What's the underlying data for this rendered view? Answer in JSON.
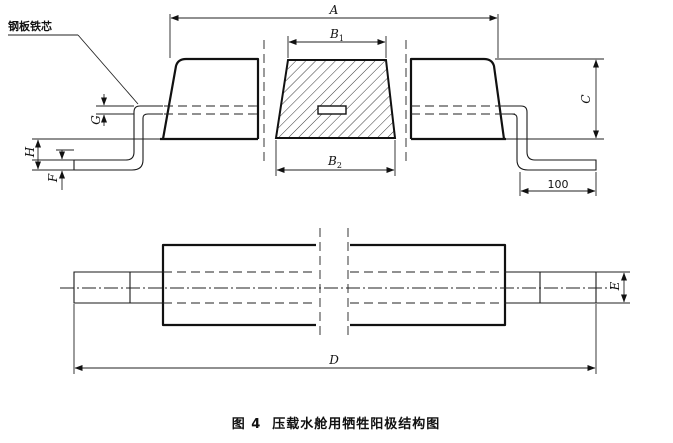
{
  "caption": "图 4  压载水舱用牺牲阳极结构图",
  "labels": {
    "core_note": "钢板铁芯",
    "A": "A",
    "B1_main": "B",
    "B1_sub": "1",
    "B2_main": "B",
    "B2_sub": "2",
    "C": "C",
    "D": "D",
    "E": "E",
    "F": "F",
    "G": "G",
    "H": "H",
    "dim_100": "100"
  }
}
